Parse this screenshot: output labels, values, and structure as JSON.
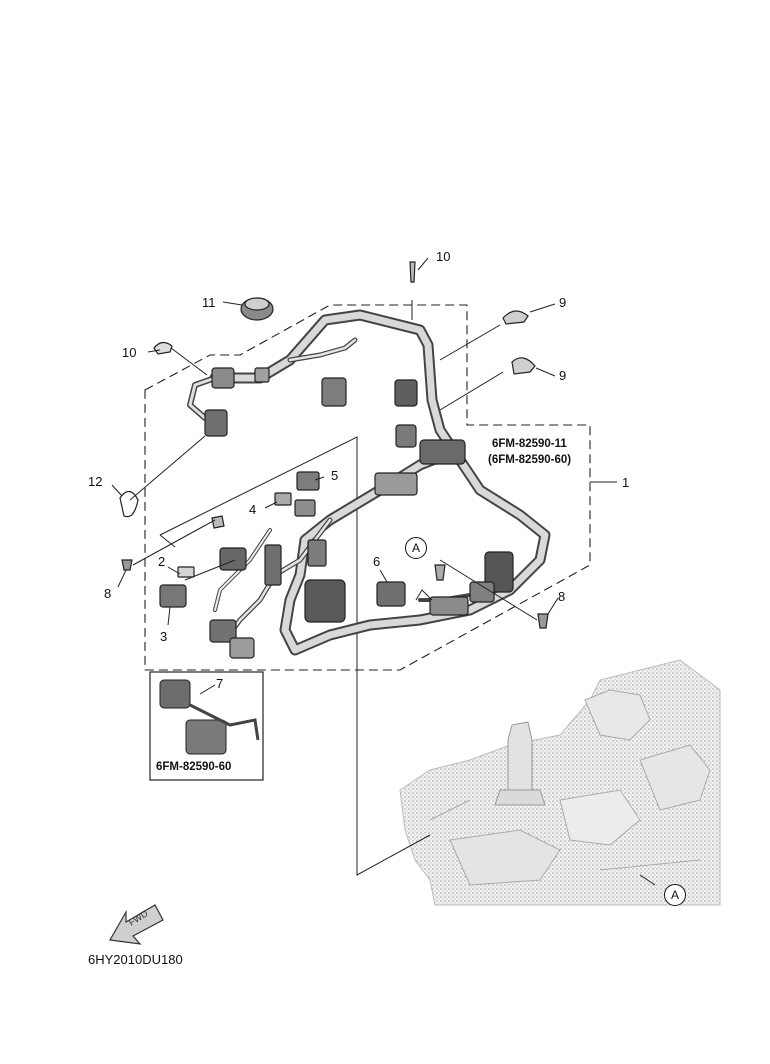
{
  "diagram": {
    "callouts": {
      "c1": "1",
      "c2": "2",
      "c3": "3",
      "c4": "4",
      "c5": "5",
      "c6": "6",
      "c7": "7",
      "c8a": "8",
      "c8b": "8",
      "c9a": "9",
      "c9b": "9",
      "c10a": "10",
      "c10b": "10",
      "c11": "11",
      "c12": "12"
    },
    "reference_marker": "A",
    "part_numbers": {
      "main_1": "6FM-82590-11",
      "main_2": "(6FM-82590-60)",
      "inset": "6FM-82590-60"
    },
    "direction_label": "FWD",
    "drawing_code": "6HY2010DU180"
  }
}
